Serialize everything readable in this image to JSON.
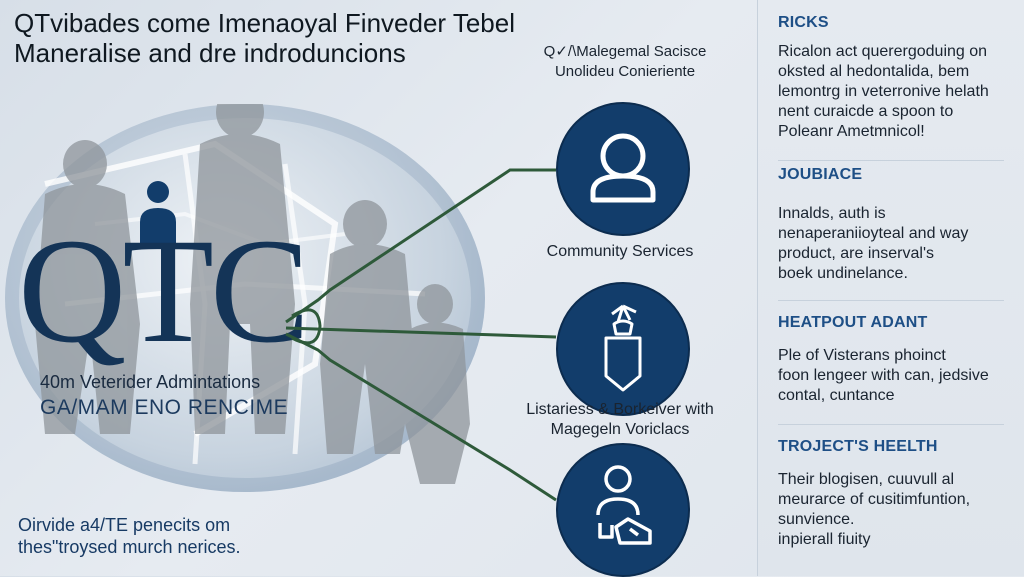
{
  "header": {
    "title_line1": "QTvibades come Imenaoyal Finveder Tebel",
    "title_line2": "Maneralise and dre indroduncions"
  },
  "logo": {
    "text": "QTC",
    "sub_line1": "40m Veterider Admintations",
    "sub_line2": "GA/MAM ENO RENCIME"
  },
  "bottom_note": {
    "line1": "Oirvide a4/TE penecits om",
    "line2": "thes\"troysed murch nerices."
  },
  "hub": {
    "label_line1": "Q✓/\\Malegemal Sacisce",
    "label_line2": "Unolideu Conieriente"
  },
  "services": [
    {
      "icon": "person-icon",
      "label_line1": "Community Services",
      "label_line2": ""
    },
    {
      "icon": "lantern-icon",
      "label_line1": "Listariess & Borkeiver with",
      "label_line2": "Magegeln Voriclacs"
    },
    {
      "icon": "caregiver-icon",
      "label_line1": "",
      "label_line2": ""
    }
  ],
  "panel": {
    "sections": [
      {
        "heading": "RICKS",
        "lines": [
          "Ricalon act querergoduing on",
          "oksted al hedontalida, bem",
          "lemontrg in veterronive helath",
          "nent curaicde a spoon to",
          "Poleanr Ametmnicol!"
        ]
      },
      {
        "heading": "JOUBIACE",
        "lines": [
          "Innalds, auth is",
          "nenaperaniioyteal and way",
          "product, are inserval's",
          "boek undinelance."
        ]
      },
      {
        "heading": "HEATPOUT ADANT",
        "lines": [
          "Ple of Visterans phoinct",
          "foon lengeer with can, jedsive",
          "contal, cuntance"
        ]
      },
      {
        "heading": "TROJECT'S HEELTH",
        "lines": [
          "Their blogisen, cuuvull al",
          "meurarce of cusitimfuntion,",
          "sunvience.",
          "inpierall fiuity"
        ]
      }
    ]
  },
  "colors": {
    "circle_fill": "#123d6b",
    "heading_blue": "#1e4f86",
    "connector_green": "#2e5a3a"
  }
}
